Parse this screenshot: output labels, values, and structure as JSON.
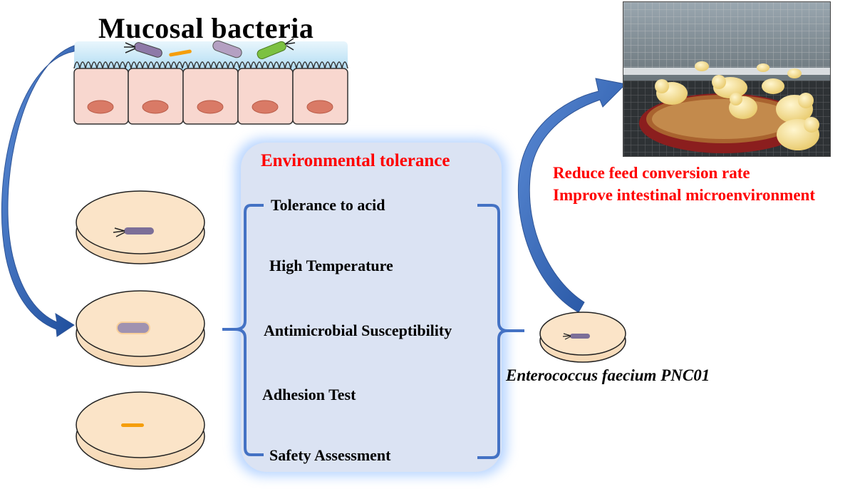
{
  "title": "Mucosal bacteria",
  "environmental_tolerance": {
    "heading": "Environmental tolerance",
    "tests": [
      "Tolerance to acid",
      "High Temperature",
      "Antimicrobial Susceptibility",
      "Adhesion Test",
      "Safety Assessment"
    ]
  },
  "outcomes": [
    "Reduce feed conversion rate",
    "Improve intestinal microenvironment"
  ],
  "strain_label": "Enterococcus faecium PNC01",
  "colors": {
    "accent_red": "#ff0000",
    "arrow_blue": "#2f5597",
    "panel_fill": "#dbe3f3",
    "panel_glow": "#7fb3ff",
    "dish_fill": "#fbe4c8",
    "cell_fill": "#f8d7cf",
    "nucleus": "#d97a66",
    "mucus": "#bfe4f7"
  }
}
